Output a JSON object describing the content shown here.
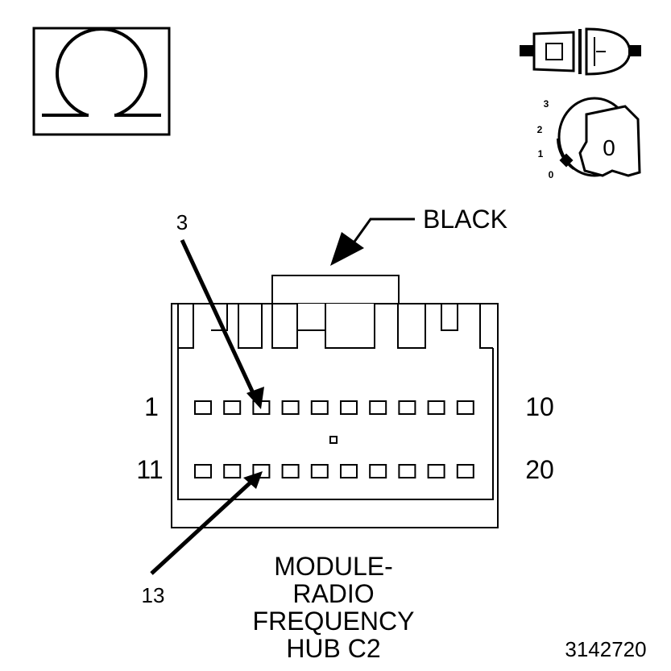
{
  "symbols": {
    "ohm_icon": "ohmmeter-icon",
    "connector_icon": "disconnected-connector-icon",
    "ignition_icon": "ignition-key-icon",
    "ignition_positions": [
      "3",
      "2",
      "1",
      "0"
    ],
    "ignition_position": "0",
    "ignition_key_label": "0"
  },
  "connector": {
    "color_label": "BLACK",
    "pin_labels": {
      "row1_start": "1",
      "row1_end": "10",
      "row2_start": "11",
      "row2_end": "20"
    },
    "callouts": {
      "pin_a": "3",
      "pin_b": "13"
    },
    "row1_pins": 10,
    "row2_pins": 10
  },
  "title_lines": [
    "MODULE-",
    "RADIO",
    "FREQUENCY",
    "HUB C2"
  ],
  "figure_id": "3142720"
}
